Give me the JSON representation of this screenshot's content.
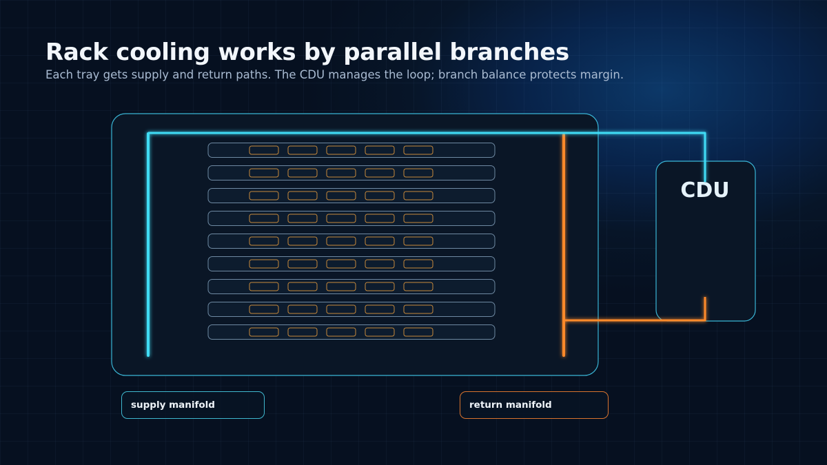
{
  "header": {
    "title": "Rack cooling works by parallel branches",
    "subtitle": "Each tray gets supply and return paths. The CDU manages the loop; branch balance protects margin."
  },
  "diagram": {
    "cdu_label": "CDU",
    "tray_count": 9,
    "components_per_tray": 5,
    "supply_label": "supply manifold",
    "return_label": "return manifold"
  },
  "colors": {
    "supply": "#3fdcf5",
    "return": "#ff8a2a",
    "component_outline": "#c88a3c",
    "panel_border": "#3ab6d6"
  }
}
